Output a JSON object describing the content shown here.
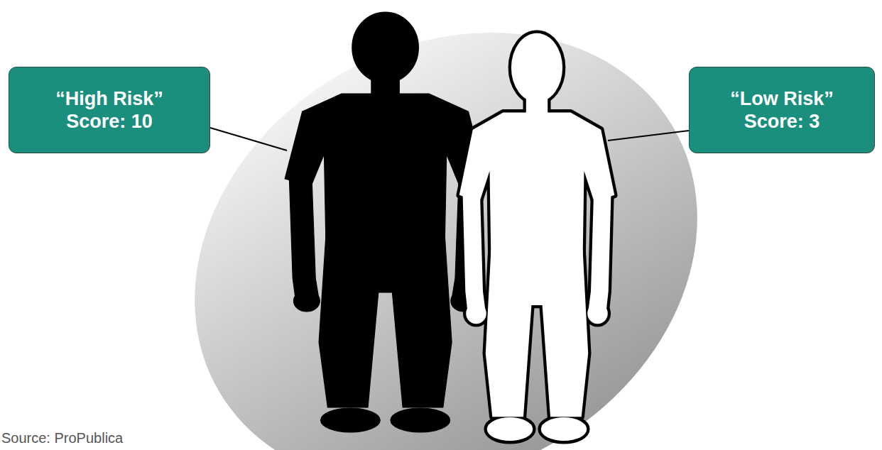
{
  "diagram": {
    "nodes": [
      {
        "text": [
          "“High Risk”",
          "Score: 10"
        ]
      },
      {
        "text": [
          "“Low Risk”",
          "Score: 3"
        ]
      }
    ],
    "labels": [
      "Source: ProPublica"
    ]
  }
}
